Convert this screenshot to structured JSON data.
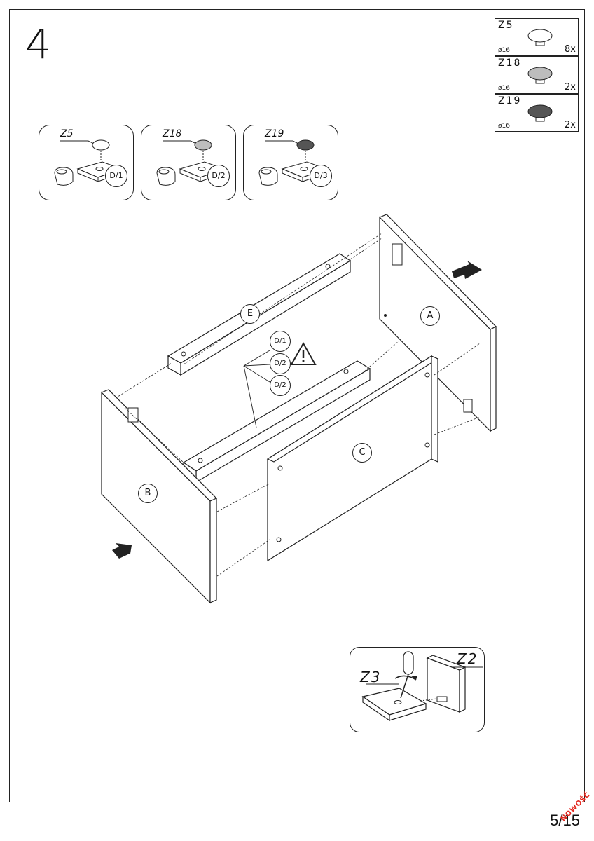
{
  "step_number": "4",
  "parts": [
    {
      "code": "Z5",
      "diameter": "ø16",
      "qty": "8x",
      "color": "#ffffff"
    },
    {
      "code": "Z18",
      "diameter": "ø16",
      "qty": "2x",
      "color": "#bdbdbd"
    },
    {
      "code": "Z19",
      "diameter": "ø16",
      "qty": "2x",
      "color": "#555555"
    }
  ],
  "details": [
    {
      "code": "Z5",
      "ref": "D/1"
    },
    {
      "code": "Z18",
      "ref": "D/2"
    },
    {
      "code": "Z19",
      "ref": "D/3"
    }
  ],
  "panels": {
    "a": "A",
    "b": "B",
    "c": "C",
    "e": "E"
  },
  "warning_refs": [
    "D/1",
    "D/2",
    "D/2"
  ],
  "screw_detail": {
    "z3": "Z3",
    "z2": "Z2"
  },
  "page_number": "5/15",
  "badge": "NOWOŚĆ"
}
